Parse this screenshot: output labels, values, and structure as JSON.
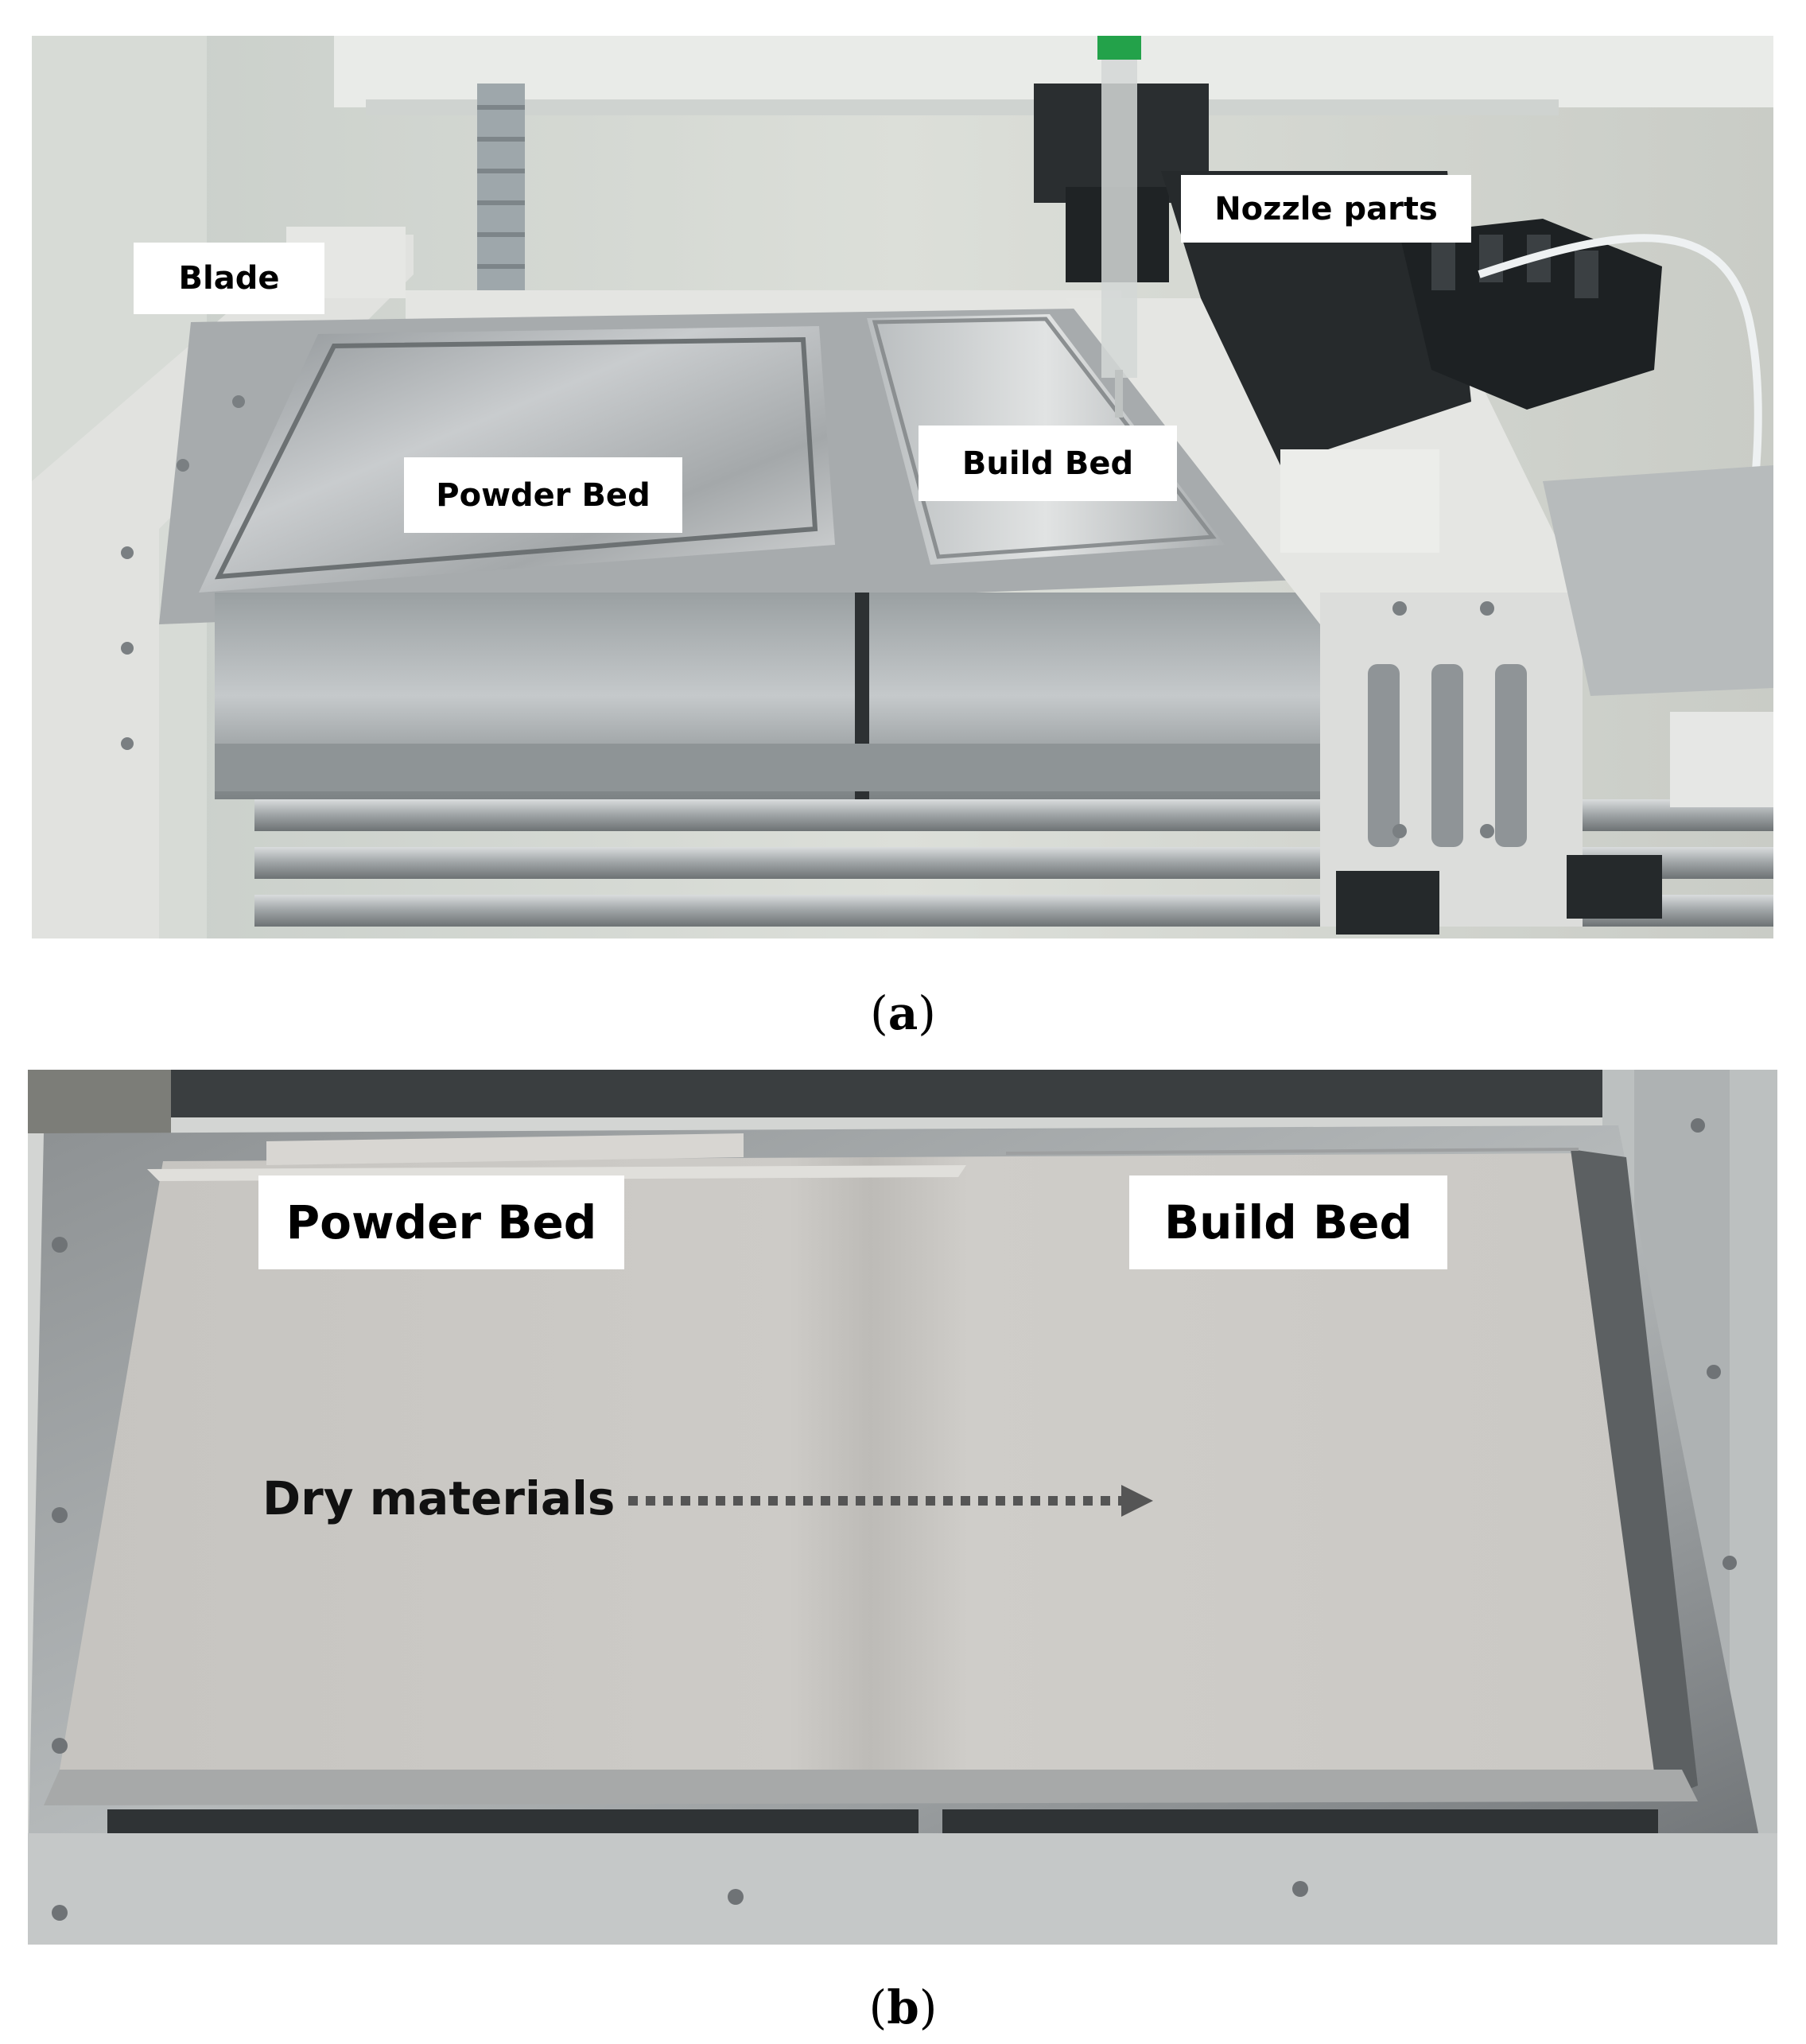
{
  "panel_a": {
    "caption_open": "(",
    "caption_letter": "a",
    "caption_close": ")",
    "labels": {
      "blade": "Blade",
      "nozzle_parts": "Nozzle parts",
      "powder_bed": "Powder Bed",
      "build_bed": "Build Bed"
    }
  },
  "panel_b": {
    "caption_open": "(",
    "caption_letter": "b",
    "caption_close": ")",
    "labels": {
      "powder_bed": "Powder Bed",
      "build_bed": "Build Bed",
      "dry_materials": "Dry materials"
    }
  },
  "colors": {
    "label_background": "#ffffff",
    "label_text": "#000000",
    "powder": "#c9c7c3",
    "steel": "#b8bcbf",
    "frame": "#e2e2de",
    "arrow": "#555555"
  }
}
